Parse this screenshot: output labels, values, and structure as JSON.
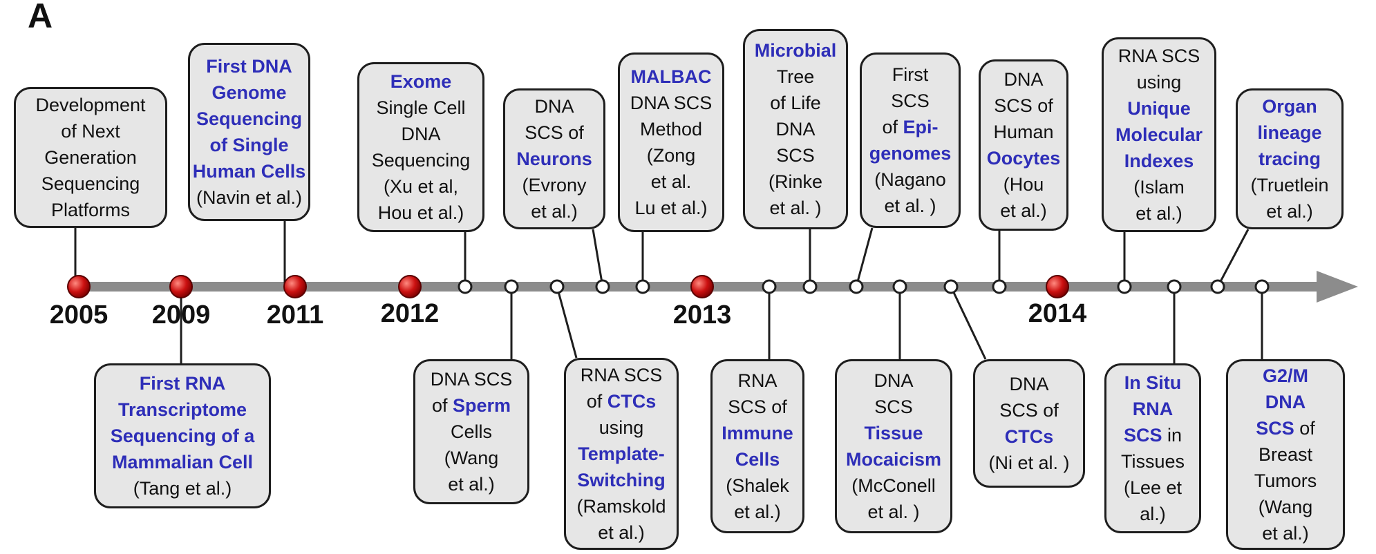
{
  "panel_label": "A",
  "colors": {
    "highlight": "#2e2eb8",
    "box_fill": "#e6e6e6",
    "axis": "#8c8c8c",
    "major_dot": "#cc1111"
  },
  "years": [
    "2005",
    "2009",
    "2011",
    "2012",
    "2013",
    "2014"
  ],
  "top_events": [
    {
      "id": "t1",
      "lines": [
        [
          [
            "Development",
            0
          ]
        ],
        [
          [
            "of Next",
            0
          ]
        ],
        [
          [
            "Generation",
            0
          ]
        ],
        [
          [
            "Sequencing",
            0
          ]
        ],
        [
          [
            "Platforms",
            0
          ]
        ]
      ]
    },
    {
      "id": "t2",
      "lines": [
        [
          [
            "First DNA",
            1
          ]
        ],
        [
          [
            "Genome",
            1
          ]
        ],
        [
          [
            "Sequencing",
            1
          ]
        ],
        [
          [
            "of Single",
            1
          ]
        ],
        [
          [
            "Human Cells",
            1
          ]
        ],
        [
          [
            "(Navin et al.)",
            0
          ]
        ]
      ]
    },
    {
      "id": "t3",
      "lines": [
        [
          [
            "Exome",
            1
          ]
        ],
        [
          [
            "Single Cell",
            0
          ]
        ],
        [
          [
            "DNA",
            0
          ]
        ],
        [
          [
            "Sequencing",
            0
          ]
        ],
        [
          [
            "(Xu et al,",
            0
          ]
        ],
        [
          [
            "Hou et al.)",
            0
          ]
        ]
      ]
    },
    {
      "id": "t4",
      "lines": [
        [
          [
            "DNA",
            0
          ]
        ],
        [
          [
            "SCS of",
            0
          ]
        ],
        [
          [
            "Neurons",
            1
          ]
        ],
        [
          [
            "(Evrony",
            0
          ]
        ],
        [
          [
            "et al.)",
            0
          ]
        ]
      ]
    },
    {
      "id": "t5",
      "lines": [
        [
          [
            "MALBAC",
            1
          ]
        ],
        [
          [
            "DNA SCS",
            0
          ]
        ],
        [
          [
            "Method",
            0
          ]
        ],
        [
          [
            "(Zong",
            0
          ]
        ],
        [
          [
            "et al.",
            0
          ]
        ],
        [
          [
            "Lu et al.)",
            0
          ]
        ]
      ]
    },
    {
      "id": "t6",
      "lines": [
        [
          [
            "Microbial",
            1
          ]
        ],
        [
          [
            "Tree",
            0
          ]
        ],
        [
          [
            "of Life",
            0
          ]
        ],
        [
          [
            "DNA",
            0
          ]
        ],
        [
          [
            "SCS",
            0
          ]
        ],
        [
          [
            "(Rinke",
            0
          ]
        ],
        [
          [
            "et al. )",
            0
          ]
        ]
      ]
    },
    {
      "id": "t7",
      "lines": [
        [
          [
            "First",
            0
          ]
        ],
        [
          [
            "SCS",
            0
          ]
        ],
        [
          [
            "of ",
            0
          ],
          [
            "Epi-",
            1
          ]
        ],
        [
          [
            "genomes",
            1
          ]
        ],
        [
          [
            "(Nagano",
            0
          ]
        ],
        [
          [
            "et al. )",
            0
          ]
        ]
      ]
    },
    {
      "id": "t8",
      "lines": [
        [
          [
            "DNA",
            0
          ]
        ],
        [
          [
            "SCS of",
            0
          ]
        ],
        [
          [
            "Human",
            0
          ]
        ],
        [
          [
            "Oocytes",
            1
          ]
        ],
        [
          [
            "(Hou",
            0
          ]
        ],
        [
          [
            "et al.)",
            0
          ]
        ]
      ]
    },
    {
      "id": "t9",
      "lines": [
        [
          [
            "RNA SCS",
            0
          ]
        ],
        [
          [
            "using",
            0
          ]
        ],
        [
          [
            "Unique",
            1
          ]
        ],
        [
          [
            "Molecular",
            1
          ]
        ],
        [
          [
            "Indexes",
            1
          ]
        ],
        [
          [
            "(Islam",
            0
          ]
        ],
        [
          [
            "et al.)",
            0
          ]
        ]
      ]
    },
    {
      "id": "t10",
      "lines": [
        [
          [
            "Organ",
            1
          ]
        ],
        [
          [
            "lineage",
            1
          ]
        ],
        [
          [
            "tracing",
            1
          ]
        ],
        [
          [
            "(Truetlein",
            0
          ]
        ],
        [
          [
            "et al.)",
            0
          ]
        ]
      ]
    }
  ],
  "bottom_events": [
    {
      "id": "b1",
      "lines": [
        [
          [
            "First RNA",
            1
          ]
        ],
        [
          [
            "Transcriptome",
            1
          ]
        ],
        [
          [
            "Sequencing of a",
            1
          ]
        ],
        [
          [
            "Mammalian Cell",
            1
          ]
        ],
        [
          [
            "(Tang et al.)",
            0
          ]
        ]
      ]
    },
    {
      "id": "b2",
      "lines": [
        [
          [
            "DNA SCS",
            0
          ]
        ],
        [
          [
            "of ",
            0
          ],
          [
            "Sperm",
            1
          ]
        ],
        [
          [
            "Cells",
            0
          ]
        ],
        [
          [
            "(Wang",
            0
          ]
        ],
        [
          [
            "et al.)",
            0
          ]
        ]
      ]
    },
    {
      "id": "b3",
      "lines": [
        [
          [
            "RNA SCS",
            0
          ]
        ],
        [
          [
            "of ",
            0
          ],
          [
            "CTCs",
            1
          ]
        ],
        [
          [
            "using",
            0
          ]
        ],
        [
          [
            "Template-",
            1
          ]
        ],
        [
          [
            "Switching",
            1
          ]
        ],
        [
          [
            "(Ramskold",
            0
          ]
        ],
        [
          [
            "et al.)",
            0
          ]
        ]
      ]
    },
    {
      "id": "b4",
      "lines": [
        [
          [
            "RNA",
            0
          ]
        ],
        [
          [
            "SCS of",
            0
          ]
        ],
        [
          [
            "Immune",
            1
          ]
        ],
        [
          [
            "Cells",
            1
          ]
        ],
        [
          [
            "(Shalek",
            0
          ]
        ],
        [
          [
            "et al.)",
            0
          ]
        ]
      ]
    },
    {
      "id": "b5",
      "lines": [
        [
          [
            "DNA",
            0
          ]
        ],
        [
          [
            "SCS",
            0
          ]
        ],
        [
          [
            "Tissue",
            1
          ]
        ],
        [
          [
            "Mocaicism",
            1
          ]
        ],
        [
          [
            "(McConell",
            0
          ]
        ],
        [
          [
            "et al. )",
            0
          ]
        ]
      ]
    },
    {
      "id": "b6",
      "lines": [
        [
          [
            "DNA",
            0
          ]
        ],
        [
          [
            "SCS of",
            0
          ]
        ],
        [
          [
            "CTCs",
            1
          ]
        ],
        [
          [
            "(Ni et al. )",
            0
          ]
        ]
      ]
    },
    {
      "id": "b7",
      "lines": [
        [
          [
            "In Situ",
            1
          ]
        ],
        [
          [
            "RNA",
            1
          ]
        ],
        [
          [
            "SCS",
            1
          ],
          [
            " in",
            0
          ]
        ],
        [
          [
            "Tissues",
            0
          ]
        ],
        [
          [
            "(Lee et",
            0
          ]
        ],
        [
          [
            "al.)",
            0
          ]
        ]
      ]
    },
    {
      "id": "b8",
      "lines": [
        [
          [
            "G2/M",
            1
          ]
        ],
        [
          [
            "DNA",
            1
          ]
        ],
        [
          [
            "SCS",
            1
          ],
          [
            " of",
            0
          ]
        ],
        [
          [
            "Breast",
            0
          ]
        ],
        [
          [
            "Tumors",
            0
          ]
        ],
        [
          [
            "(Wang",
            0
          ]
        ],
        [
          [
            "et al.)",
            0
          ]
        ]
      ]
    }
  ]
}
